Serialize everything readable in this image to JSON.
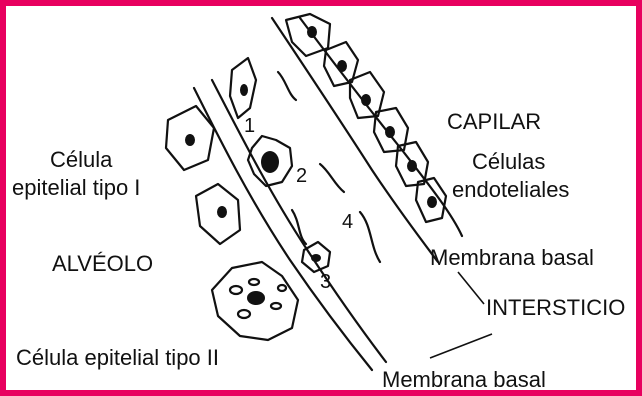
{
  "colors": {
    "frame": "#e8005f",
    "ink": "#111111",
    "background": "#ffffff"
  },
  "labels": {
    "capilar": "CAPILAR",
    "celulas_endoteliales_1": "Células",
    "celulas_endoteliales_2": "endoteliales",
    "celula_tipo_i_1": "Célula",
    "celula_tipo_i_2": "epitelial tipo I",
    "alveolo": "ALVÉOLO",
    "membrana_basal_top": "Membrana basal",
    "intersticio": "INTERSTICIO",
    "membrana_basal_bottom": "Membrana basal",
    "celula_tipo_ii": "Célula epitelial tipo II"
  },
  "numbers": {
    "n1": "1",
    "n2": "2",
    "n3": "3",
    "n4": "4"
  }
}
